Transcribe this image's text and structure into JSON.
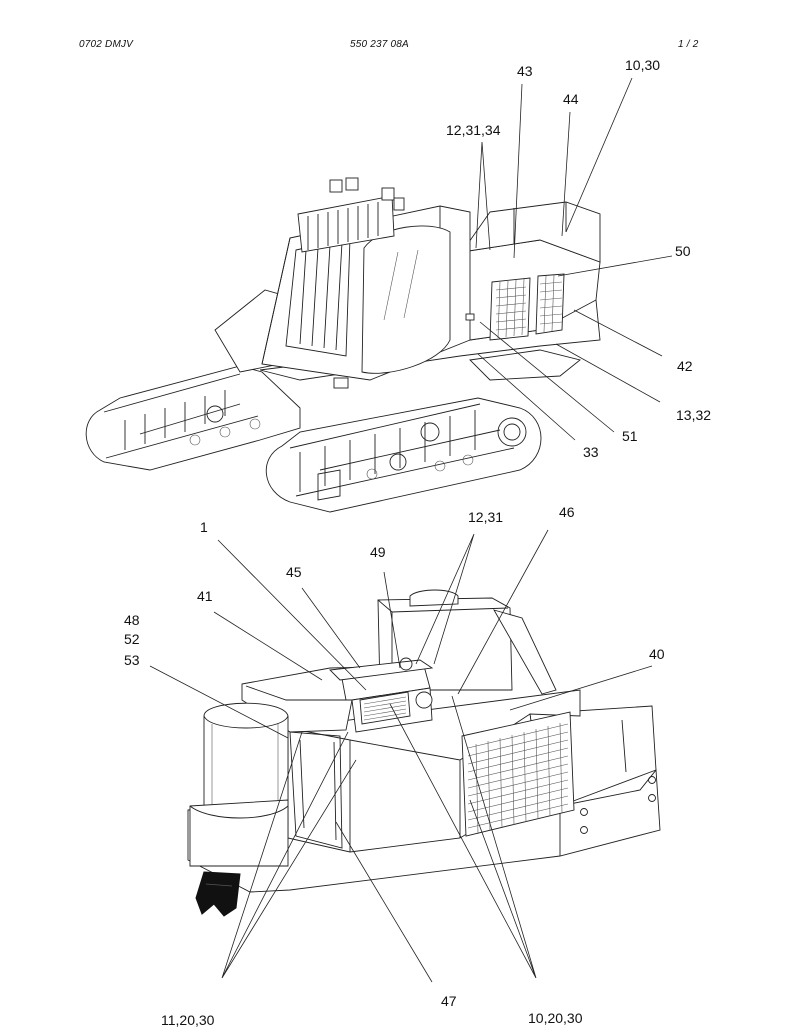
{
  "header": {
    "left": "0702 DMJV",
    "center": "550 237 08A",
    "right": "1 /   2"
  },
  "callouts_top": {
    "c43": "43",
    "c1030": "10,30",
    "c44": "44",
    "c123134": "12,31,34",
    "c50": "50",
    "c42": "42",
    "c1332": "13,32",
    "c51": "51",
    "c33": "33"
  },
  "callouts_bottom": {
    "c1": "1",
    "c1231": "12,31",
    "c46": "46",
    "c49": "49",
    "c45": "45",
    "c41": "41",
    "c48": "48",
    "c52": "52",
    "c53": "53",
    "c40": "40",
    "c47": "47",
    "c112030": "11,20,30",
    "c102030": "10,20,30"
  }
}
